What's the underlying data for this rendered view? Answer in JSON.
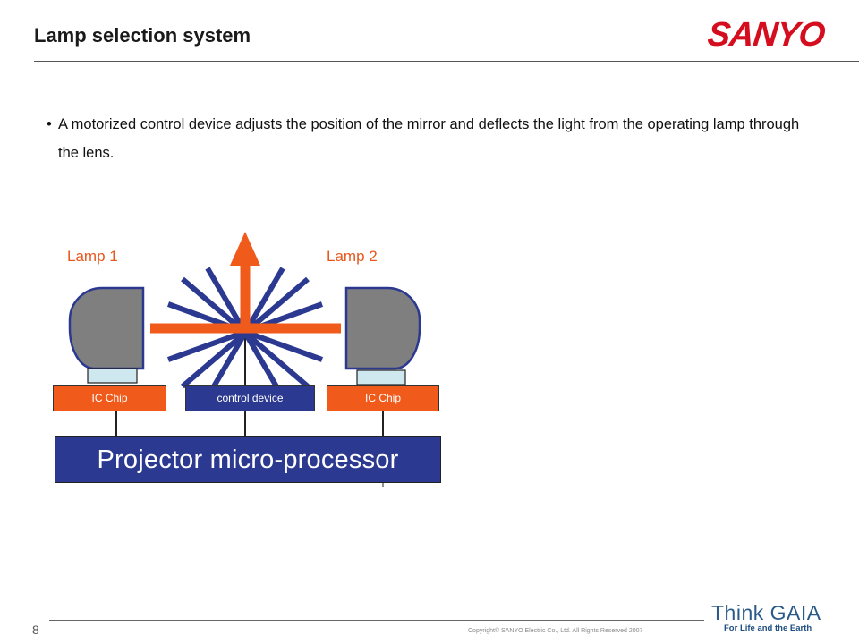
{
  "header": {
    "title": "Lamp selection system",
    "logo_text": "SANYO"
  },
  "content": {
    "bullet_symbol": "•",
    "bullet_text": "A motorized control device adjusts the position of the mirror and deflects the light from the operating lamp through the lens."
  },
  "diagram": {
    "lamp1_label": "Lamp 1",
    "lamp2_label": "Lamp 2",
    "ic_chip_left_label": "IC Chip",
    "control_device_label": "control device",
    "ic_chip_right_label": "IC Chip",
    "processor_label": "Projector micro-processor"
  },
  "colors": {
    "accent_orange": "#f05a1a",
    "accent_navy": "#2b3990",
    "lamp_gray": "#7f7f7f",
    "brand_red": "#d50e1f"
  },
  "footer": {
    "page_number": "8",
    "copyright": "Copyright© SANYO Electric Co., Ltd. All Rights Reserved 2007",
    "gaia_title": "Think GAIA",
    "gaia_tagline": "For Life and the Earth"
  }
}
